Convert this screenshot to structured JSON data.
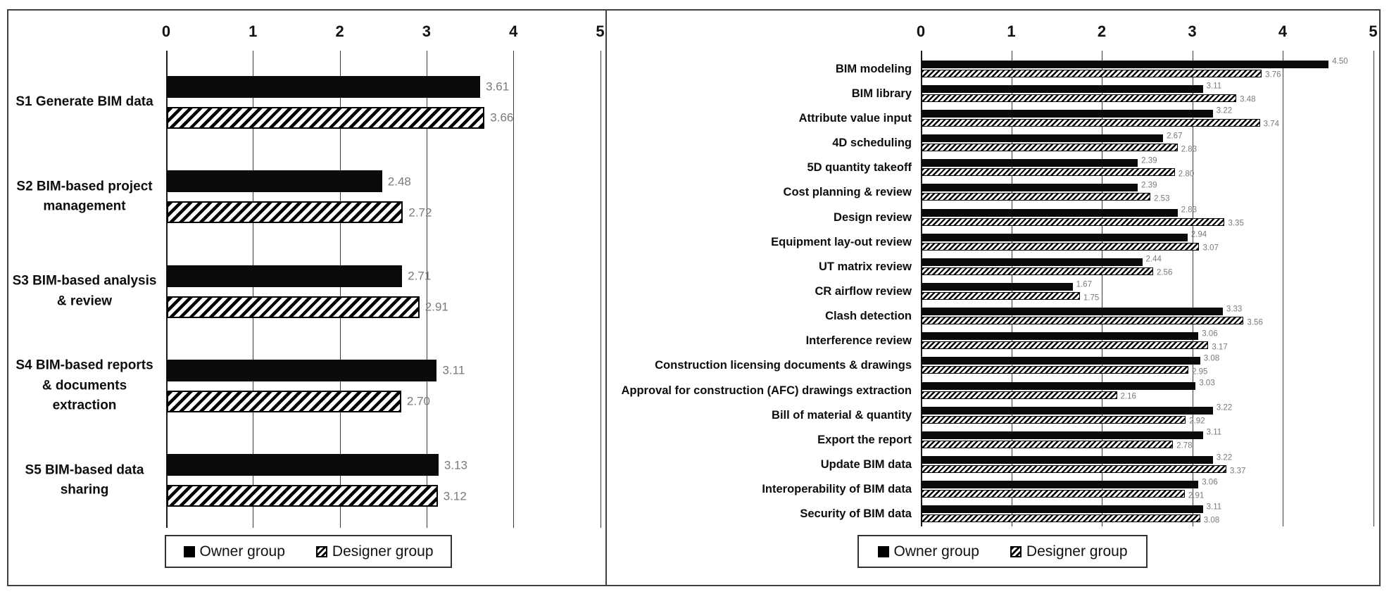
{
  "style": {
    "owner_bar_color": "#0a0a0a",
    "designer_hatch_color": "#000000",
    "designer_hatch_background": "#ffffff",
    "value_label_color": "#7a7a7a",
    "text_color": "#111111",
    "grid_color": "#3a3a3a",
    "border_color": "#404040"
  },
  "chart_data": [
    {
      "type": "bar",
      "orientation": "horizontal",
      "title": "",
      "xlim": [
        0,
        5
      ],
      "ticks": [
        0,
        1,
        2,
        3,
        4,
        5
      ],
      "grid": true,
      "legend_position": "bottom",
      "legend": [
        "Owner group",
        "Designer group"
      ],
      "categories": [
        "S1  Generate BIM data",
        "S2  BIM-based project management",
        "S3  BIM-based analysis & review",
        "S4  BIM-based reports & documents extraction",
        "S5  BIM-based data sharing"
      ],
      "series": [
        {
          "name": "Owner group",
          "pattern": "solid-black",
          "values": [
            3.61,
            2.48,
            2.71,
            3.11,
            3.13
          ]
        },
        {
          "name": "Designer group",
          "pattern": "diagonal-hatch",
          "values": [
            3.66,
            2.72,
            2.91,
            2.7,
            3.12
          ]
        }
      ]
    },
    {
      "type": "bar",
      "orientation": "horizontal",
      "title": "",
      "xlim": [
        0,
        5
      ],
      "ticks": [
        0,
        1,
        2,
        3,
        4,
        5
      ],
      "grid": true,
      "legend_position": "bottom",
      "legend": [
        "Owner group",
        "Designer group"
      ],
      "categories": [
        "BIM modeling",
        "BIM library",
        "Attribute value input",
        "4D scheduling",
        "5D quantity takeoff",
        "Cost planning & review",
        "Design review",
        "Equipment lay-out review",
        "UT matrix review",
        "CR airflow review",
        "Clash detection",
        "Interference review",
        "Construction licensing documents & drawings",
        "Approval for construction (AFC) drawings extraction",
        "Bill of material & quantity",
        "Export the report",
        "Update BIM data",
        "Interoperability of BIM data",
        "Security of BIM data"
      ],
      "series": [
        {
          "name": "Owner group",
          "pattern": "solid-black",
          "values": [
            4.5,
            3.11,
            3.22,
            2.67,
            2.39,
            2.39,
            2.83,
            2.94,
            2.44,
            1.67,
            3.33,
            3.06,
            3.08,
            3.03,
            3.22,
            3.11,
            3.22,
            3.06,
            3.11
          ]
        },
        {
          "name": "Designer group",
          "pattern": "diagonal-hatch",
          "values": [
            3.76,
            3.48,
            3.74,
            2.83,
            2.8,
            2.53,
            3.35,
            3.07,
            2.56,
            1.75,
            3.56,
            3.17,
            2.95,
            2.16,
            2.92,
            2.78,
            3.37,
            2.91,
            3.08
          ]
        }
      ]
    }
  ]
}
